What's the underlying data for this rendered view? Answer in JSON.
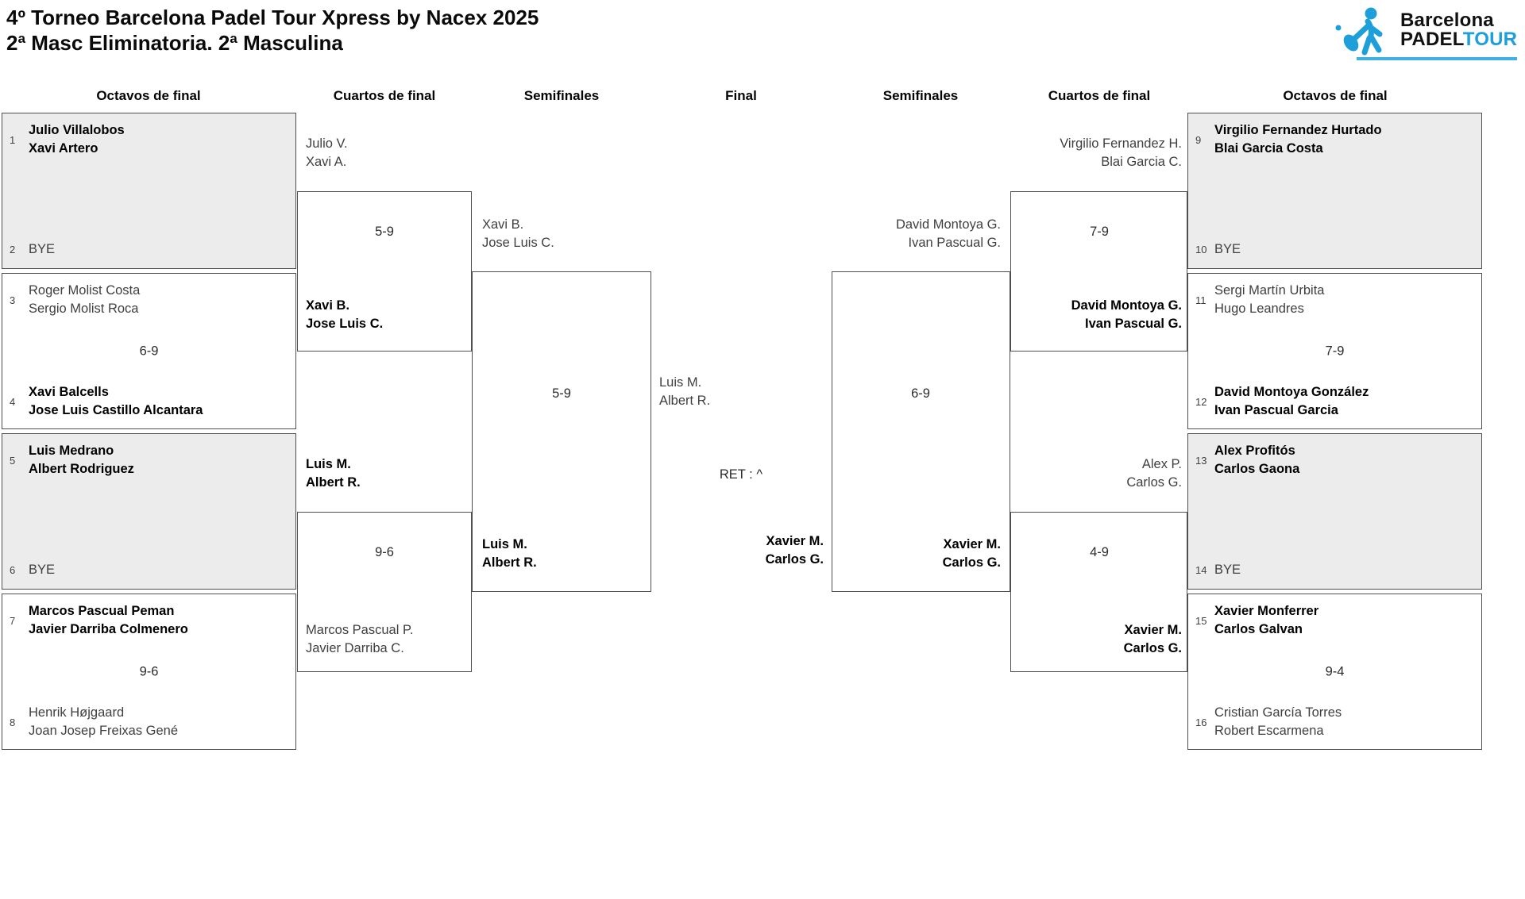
{
  "title": {
    "line1": "4º Torneo Barcelona Padel Tour Xpress by Nacex 2025",
    "line2": "2ª Masc Eliminatoria. 2ª Masculina"
  },
  "logo": {
    "brand": "Barcelona",
    "padel": "PADEL",
    "tour": "TOUR"
  },
  "headers": {
    "l_r16": "Octavos de final",
    "l_qf": "Cuartos de final",
    "l_sf": "Semifinales",
    "final": "Final",
    "r_sf": "Semifinales",
    "r_qf": "Cuartos de final",
    "r_r16": "Octavos de final"
  },
  "r16": [
    {
      "top": {
        "seed": "1",
        "line1": "Julio Villalobos",
        "line2": "Xavi Artero"
      },
      "score": "",
      "bottom": {
        "seed": "2",
        "line1": "BYE"
      }
    },
    {
      "top": {
        "seed": "3",
        "line1": "Roger Molist Costa",
        "line2": "Sergio Molist Roca"
      },
      "score": "6-9",
      "bottom": {
        "seed": "4",
        "line1": "Xavi Balcells",
        "line2": "Jose Luis Castillo Alcantara"
      }
    },
    {
      "top": {
        "seed": "5",
        "line1": "Luis Medrano",
        "line2": "Albert Rodriguez"
      },
      "score": "",
      "bottom": {
        "seed": "6",
        "line1": "BYE"
      }
    },
    {
      "top": {
        "seed": "7",
        "line1": "Marcos Pascual Peman",
        "line2": "Javier Darriba Colmenero"
      },
      "score": "9-6",
      "bottom": {
        "seed": "8",
        "line1": "Henrik Højgaard",
        "line2": "Joan Josep Freixas Gené"
      }
    },
    {
      "top": {
        "seed": "9",
        "line1": "Virgilio Fernandez Hurtado",
        "line2": "Blai Garcia Costa"
      },
      "score": "",
      "bottom": {
        "seed": "10",
        "line1": "BYE"
      }
    },
    {
      "top": {
        "seed": "11",
        "line1": "Sergi Martín Urbita",
        "line2": "Hugo Leandres"
      },
      "score": "7-9",
      "bottom": {
        "seed": "12",
        "line1": "David Montoya González",
        "line2": "Ivan Pascual Garcia"
      }
    },
    {
      "top": {
        "seed": "13",
        "line1": "Alex Profitós",
        "line2": "Carlos Gaona"
      },
      "score": "",
      "bottom": {
        "seed": "14",
        "line1": "BYE"
      }
    },
    {
      "top": {
        "seed": "15",
        "line1": "Xavier Monferrer",
        "line2": "Carlos Galvan"
      },
      "score": "9-4",
      "bottom": {
        "seed": "16",
        "line1": "Cristian García Torres",
        "line2": "Robert Escarmena"
      }
    }
  ],
  "qf_l1": {
    "top_l1": "Julio V.",
    "top_l2": "Xavi A.",
    "score": "5-9",
    "bottom_l1": "Xavi B.",
    "bottom_l2": "Jose Luis C."
  },
  "qf_l2": {
    "top_l1": "Luis M.",
    "top_l2": "Albert R.",
    "score": "9-6",
    "bottom_l1": "Marcos Pascual P.",
    "bottom_l2": "Javier Darriba C."
  },
  "sf_l": {
    "top_l1": "Xavi B.",
    "top_l2": "Jose Luis C.",
    "score": "5-9",
    "bottom_l1": "Luis M.",
    "bottom_l2": "Albert R."
  },
  "final": {
    "left_l1": "Luis M.",
    "left_l2": "Albert R.",
    "score": "RET : ^",
    "right_l1": "Xavier M.",
    "right_l2": "Carlos G."
  },
  "sf_r": {
    "top_l1": "David Montoya G.",
    "top_l2": "Ivan Pascual G.",
    "score": "6-9",
    "bottom_l1": "Xavier M.",
    "bottom_l2": "Carlos G."
  },
  "qf_r1": {
    "top_l1": "Virgilio Fernandez H.",
    "top_l2": "Blai Garcia C.",
    "score": "7-9",
    "bottom_l1": "David Montoya G.",
    "bottom_l2": "Ivan Pascual G."
  },
  "qf_r2": {
    "top_l1": "Alex P.",
    "top_l2": "Carlos G.",
    "score": "4-9",
    "bottom_l1": "Xavier M.",
    "bottom_l2": "Carlos G."
  },
  "colors": {
    "accent_blue": "#1f9fd9",
    "shaded_box": "#ececec",
    "box_border": "#4f4f4f"
  }
}
